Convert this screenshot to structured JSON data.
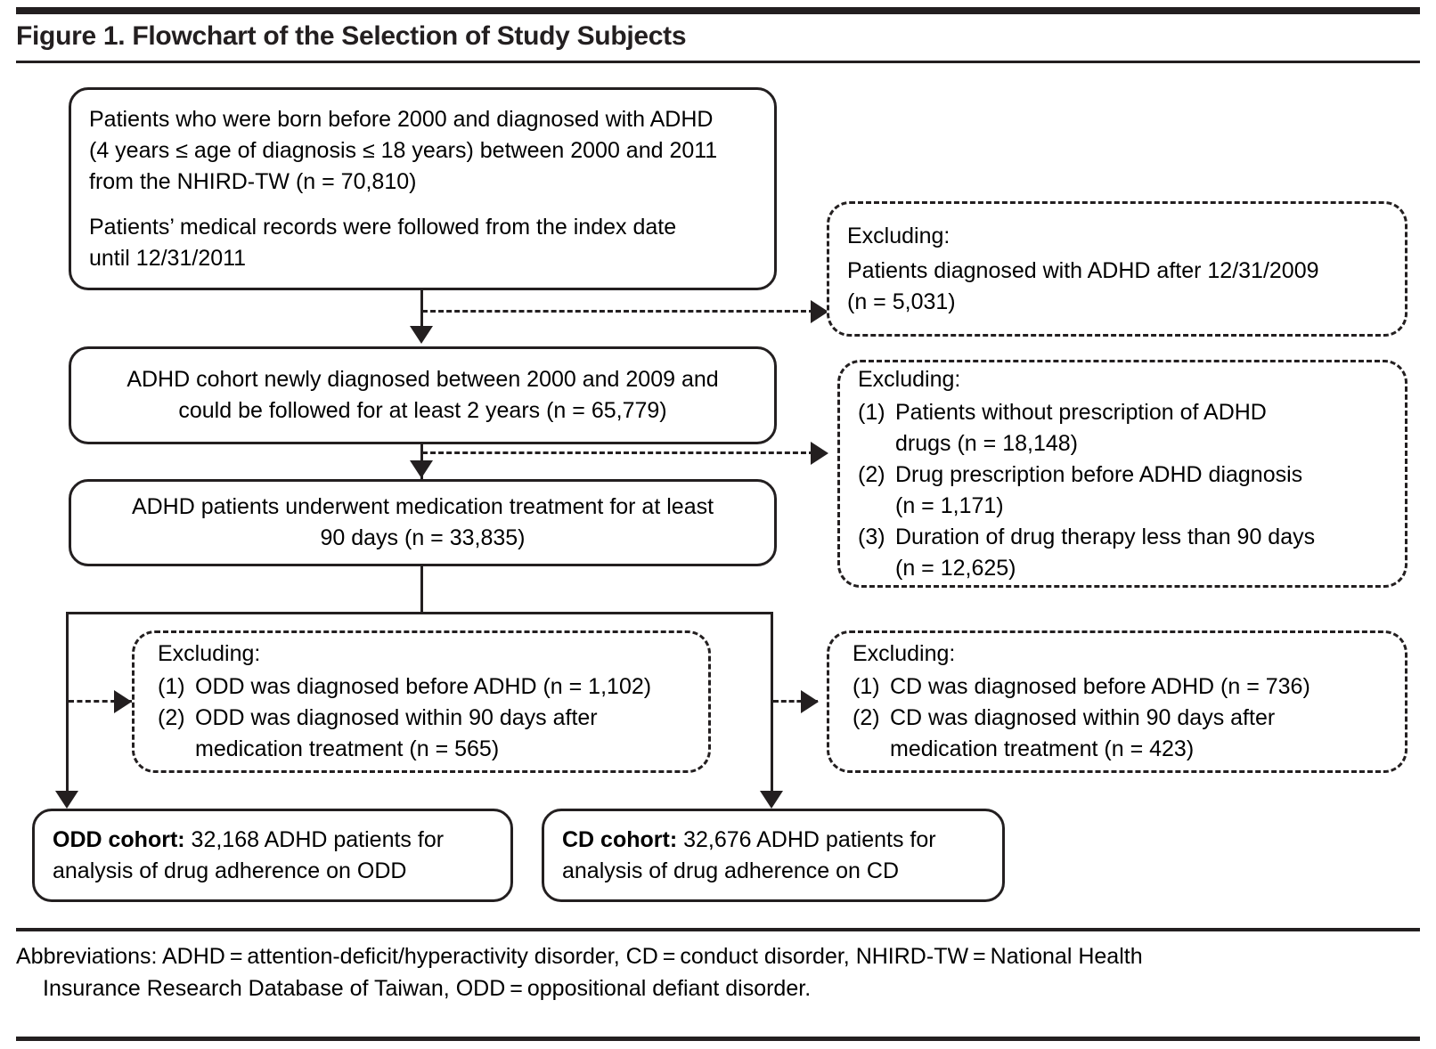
{
  "figure": {
    "title": "Figure 1. Flowchart of the Selection of Study Subjects"
  },
  "boxes": {
    "source_population": {
      "line1": "Patients who were born before 2000 and diagnosed with ADHD",
      "line2": "(4 years ≤ age of diagnosis ≤ 18 years) between 2000 and 2011",
      "line3": "from the NHIRD-TW (n = 70,810)",
      "line4": "Patients’ medical records were followed from the index date",
      "line5": "until 12/31/2011"
    },
    "cohort_2000_2009": {
      "line1": "ADHD cohort newly diagnosed between 2000 and 2009 and",
      "line2": "could be followed for at least 2 years (n = 65,779)"
    },
    "medication_90_days": {
      "line1": "ADHD patients underwent medication treatment for at least",
      "line2": "90 days (n = 33,835)"
    },
    "odd_cohort": {
      "label": "ODD cohort:",
      "line1_rest": " 32,168 ADHD patients for",
      "line2": "analysis of drug adherence on ODD"
    },
    "cd_cohort": {
      "label": "CD cohort:",
      "line1_rest": " 32,676 ADHD patients for",
      "line2": "analysis of drug adherence on CD"
    }
  },
  "exclusions": {
    "excl1": {
      "heading": "Excluding:",
      "line1": "Patients diagnosed with ADHD after 12/31/2009",
      "line2": "(n = 5,031)"
    },
    "excl2": {
      "heading": "Excluding:",
      "items": [
        {
          "num": "(1)",
          "line1": "Patients without prescription of ADHD",
          "line2": "drugs (n = 18,148)"
        },
        {
          "num": "(2)",
          "line1": "Drug prescription before ADHD diagnosis",
          "line2": "(n = 1,171)"
        },
        {
          "num": "(3)",
          "line1": "Duration of drug therapy less than 90 days",
          "line2": "(n = 12,625)"
        }
      ]
    },
    "excl_odd": {
      "heading": "Excluding:",
      "items": [
        {
          "num": "(1)",
          "line1": "ODD was diagnosed before ADHD (n = 1,102)",
          "line2": ""
        },
        {
          "num": "(2)",
          "line1": "ODD was diagnosed within 90 days after",
          "line2": "medication treatment (n = 565)"
        }
      ]
    },
    "excl_cd": {
      "heading": "Excluding:",
      "items": [
        {
          "num": "(1)",
          "line1": "CD was diagnosed before ADHD (n = 736)",
          "line2": ""
        },
        {
          "num": "(2)",
          "line1": "CD was diagnosed within 90 days after",
          "line2": "medication treatment (n = 423)"
        }
      ]
    }
  },
  "footer": {
    "line1": "Abbreviations: ADHD = attention-deficit/hyperactivity disorder, CD = conduct disorder, NHIRD-TW = National Health",
    "line2": "Insurance Research Database of Taiwan, ODD = oppositional defiant disorder."
  },
  "colors": {
    "ink": "#231f20",
    "background": "#ffffff"
  }
}
